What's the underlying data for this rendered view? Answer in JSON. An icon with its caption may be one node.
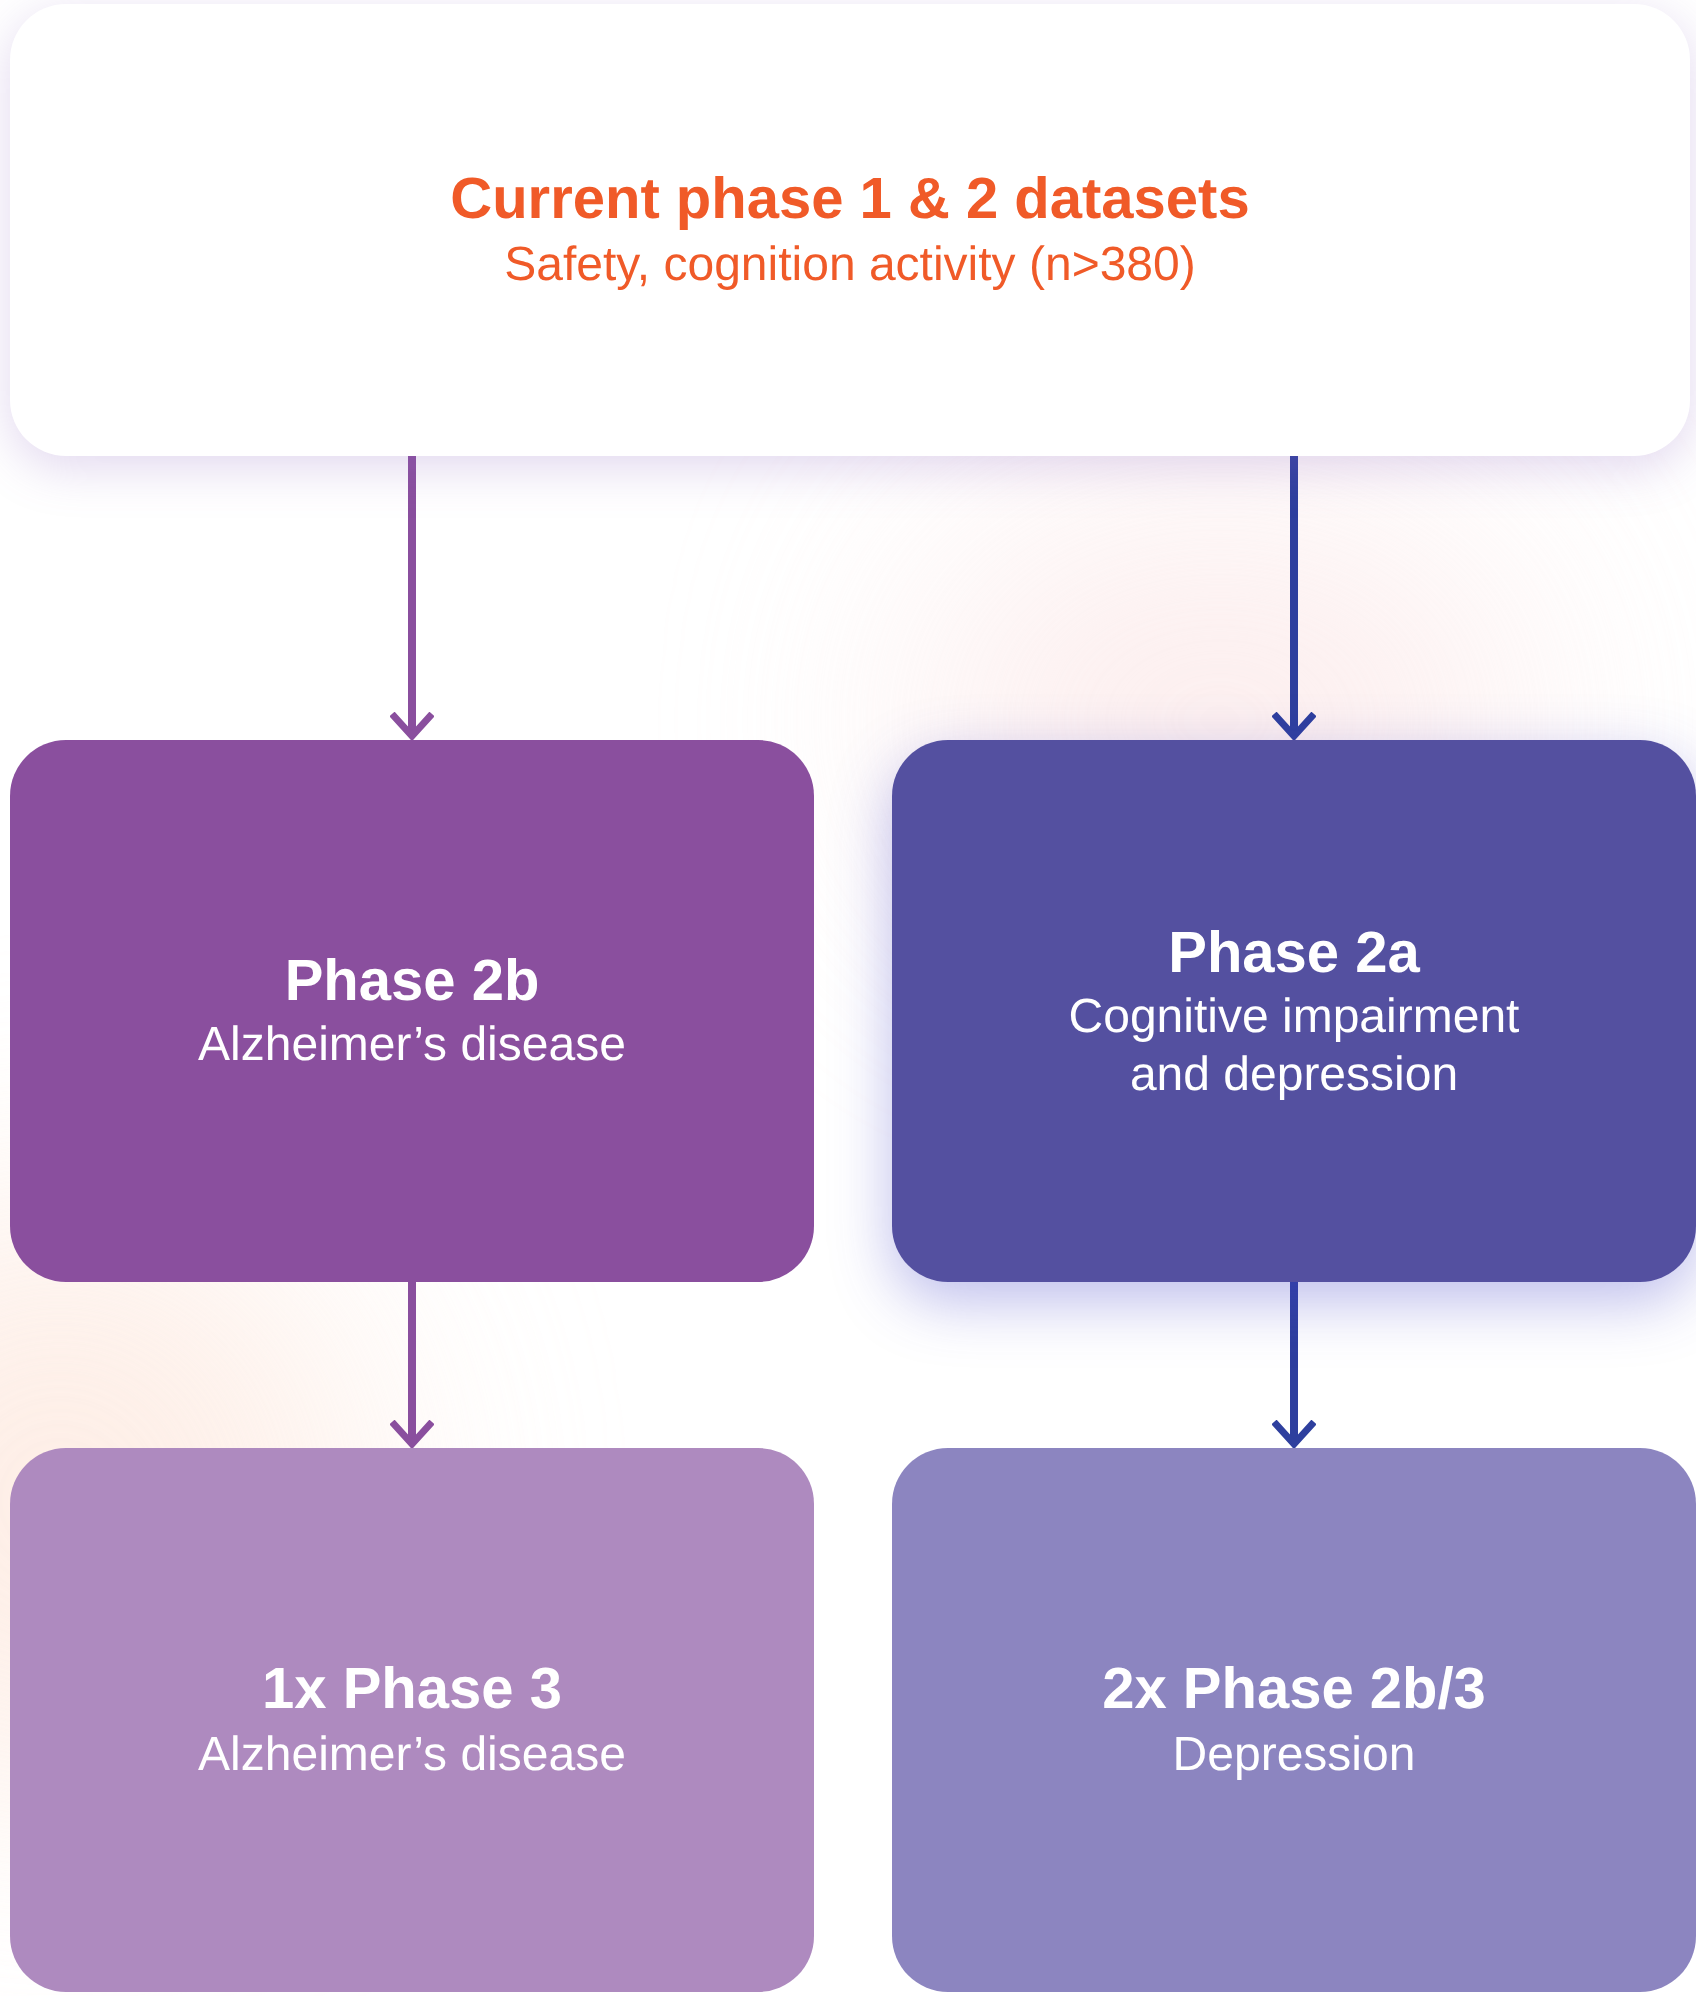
{
  "diagram": {
    "nodes": [
      {
        "text": [
          "Current phase 1 & 2 datasets",
          "Safety, cognition activity (n>380)"
        ]
      },
      {
        "text": [
          "Phase 2b",
          "Alzheimer’s disease"
        ]
      },
      {
        "text": [
          "Phase 2a",
          "Cognitive impairment and depression"
        ]
      },
      {
        "text": [
          "1x Phase 3",
          "Alzheimer’s disease"
        ]
      },
      {
        "text": [
          "2x Phase 2b/3",
          "Depression"
        ]
      }
    ],
    "edges": [
      {
        "from": 0,
        "to": 1,
        "arrow": "to",
        "color": "#8a4f9e"
      },
      {
        "from": 0,
        "to": 2,
        "arrow": "to",
        "color": "#2e3f9e"
      },
      {
        "from": 1,
        "to": 3,
        "arrow": "to",
        "color": "#8a4f9e"
      },
      {
        "from": 2,
        "to": 4,
        "arrow": "to",
        "color": "#2e3f9e"
      }
    ]
  }
}
